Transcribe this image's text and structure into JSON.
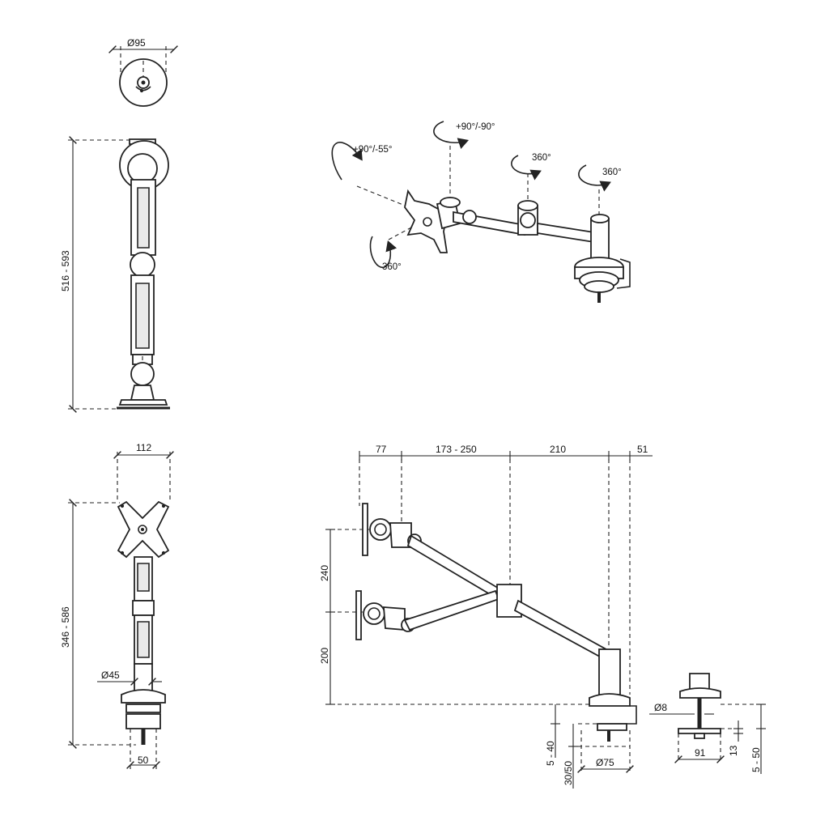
{
  "top_view": {
    "diameter": "Ø95"
  },
  "side_view": {
    "height": "516 - 593"
  },
  "front_view": {
    "width": "112",
    "height": "346 - 586",
    "pole_diameter": "Ø45",
    "base_width": "50"
  },
  "perspective_view": {
    "tilt": "+90°/-55°",
    "pan": "+90°/-90°",
    "rotate_mid": "360°",
    "rotate_base": "360°",
    "rotate_screen": "360°"
  },
  "profile_view": {
    "top": [
      "77",
      "173 - 250",
      "210",
      "51"
    ],
    "upper": "240",
    "lower": "200",
    "clamp_range": "5 - 40",
    "grommet_range": "30/50",
    "clamp_diameter": "Ø75"
  },
  "grommet_detail": {
    "bolt_diameter": "Ø8",
    "plate_width": "91",
    "plate_thickness": "13",
    "desk_range": "5 - 50"
  }
}
